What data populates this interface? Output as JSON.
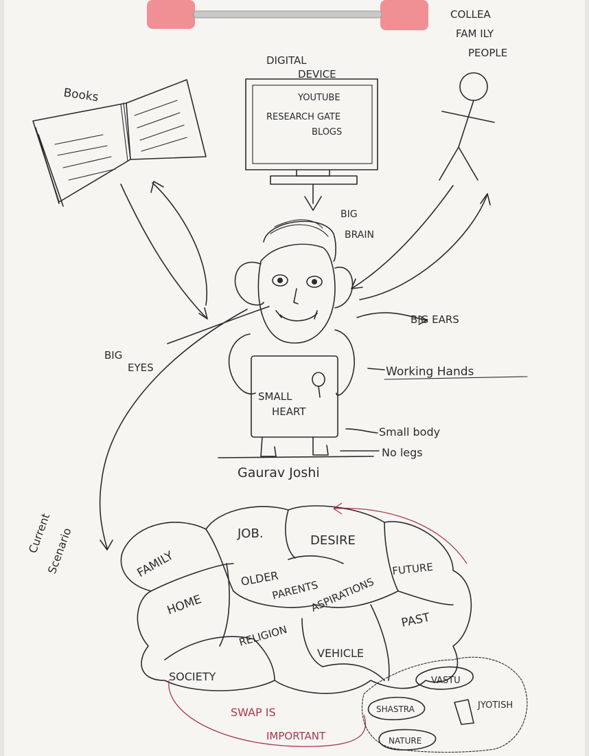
{
  "labels": {
    "books": "Books",
    "digital_device": "DIGITAL",
    "digital_device_2": "DEVICE",
    "screen_1": "YOUTUBE",
    "screen_2": "RESEARCH GATE",
    "screen_3": "BLOGS",
    "people_1": "COLLEA",
    "people_2": "FAM ILY",
    "people_3": "PEOPLE",
    "big_brain_1": "BIG",
    "big_brain_2": "BRAIN",
    "big_ears": "BIG EARS",
    "big_eyes_1": "BIG",
    "big_eyes_2": "EYES",
    "working_hands": "Working Hands",
    "small_heart_1": "SMALL",
    "small_heart_2": "HEART",
    "small_body": "Small body",
    "no_legs": "No legs",
    "name": "Gaurav Joshi",
    "current_1": "Current",
    "current_2": "Scenario"
  },
  "bubbles": {
    "family": "FAMILY",
    "job": "JOB.",
    "desire": "DESIRE",
    "home": "HOME",
    "older": "OLDER",
    "parents": "PARENTS",
    "aspirations": "ASPIRATIONS",
    "future": "FUTURE",
    "past": "PAST",
    "religion": "RELIGION",
    "vehicle": "VEHICLE",
    "society": "SOCIETY"
  },
  "side_notes": {
    "vastu": "VASTU",
    "shastra": "SHASTRA",
    "jyotish": "JYOTISH",
    "nature": "NATURE",
    "swap_1": "SWAP IS",
    "swap_2": "IMPORTANT"
  },
  "colors": {
    "paper": "#f6f5f2",
    "ink": "#2a2a2e",
    "red_ink": "#a8384a",
    "clip": "#f08f94"
  }
}
